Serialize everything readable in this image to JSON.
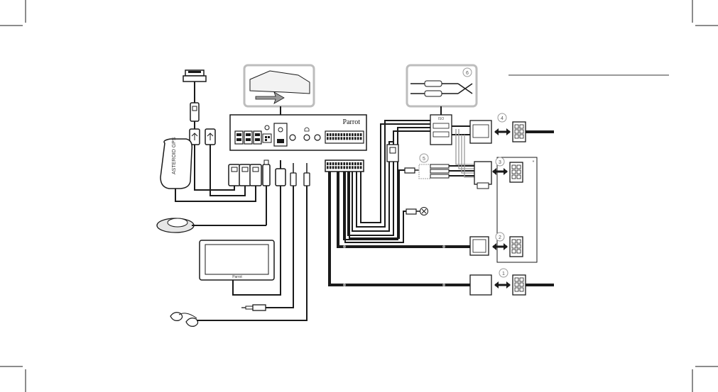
{
  "brand": "Parrot",
  "gps_label": "ASTEROID GPS",
  "screen_label": "Parrot",
  "callouts": {
    "c1": "1",
    "c2": "2",
    "c3": "3",
    "c4": "4",
    "c5": "5",
    "c6": "6"
  },
  "fuse_box_label": "ISO",
  "star_mark": "*",
  "colors": {
    "line": "#1a1a1a",
    "gray": "#9a9a9a",
    "light": "#d9d9d9",
    "panel": "#eeeeee"
  },
  "icons": {
    "not_used": "cross-circle-icon",
    "bidirectional": "double-arrow-icon"
  }
}
